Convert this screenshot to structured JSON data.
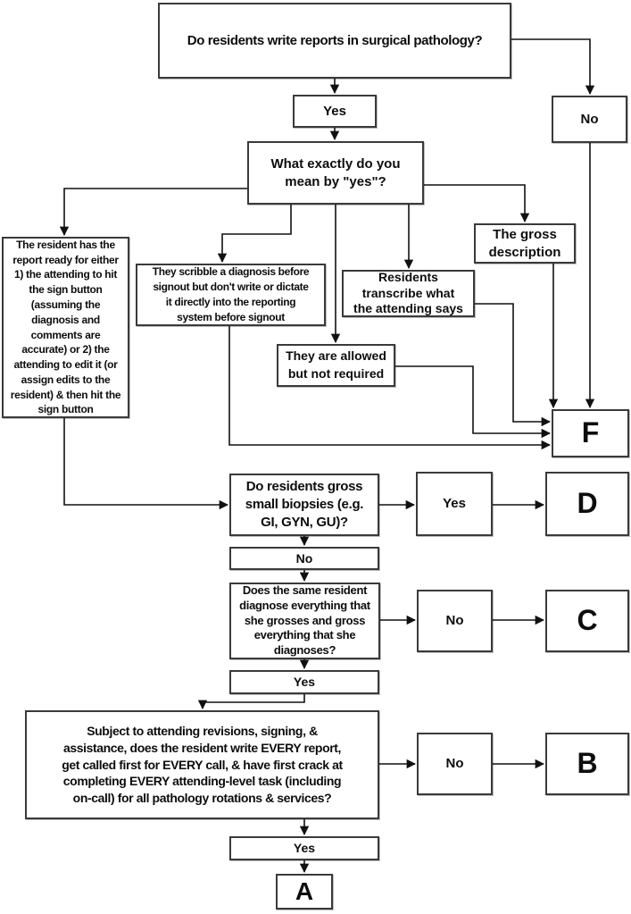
{
  "title": "Surgical pathology resident reporting flowchart",
  "nodes": {
    "q_write_reports": {
      "label": "Do residents write reports in surgical pathology?"
    },
    "yes_top": {
      "label": "Yes"
    },
    "no_top": {
      "label": "No"
    },
    "q_mean_yes": {
      "label": "What exactly do you\nmean by \"yes\"?"
    },
    "resident_report_ready": {
      "label": "The resident has the\nreport ready for either\n1) the attending to hit\nthe sign button\n(assuming the\ndiagnosis and\ncomments are\naccurate) or 2) the\nattending to edit it (or\nassign edits to the\nresident) & then hit the\nsign button"
    },
    "scribble": {
      "label": "They scribble a diagnosis before\nsignout but don't write or dictate\nit directly into the reporting\nsystem before signout"
    },
    "transcribe": {
      "label": "Residents\ntranscribe what\nthe attending says"
    },
    "gross_description": {
      "label": "The gross\ndescription"
    },
    "allowed_not_required": {
      "label": "They are allowed\nbut not required"
    },
    "outcome_f": {
      "label": "F"
    },
    "q_gross_biopsies": {
      "label": "Do residents gross\nsmall biopsies (e.g.\nGI, GYN, GU)?"
    },
    "yes_biopsies": {
      "label": "Yes"
    },
    "outcome_d": {
      "label": "D"
    },
    "no_biopsies": {
      "label": "No"
    },
    "q_same_resident": {
      "label": "Does the same resident\ndiagnose everything that\nshe grosses and gross\neverything that she\ndiagnoses?"
    },
    "no_same": {
      "label": "No"
    },
    "outcome_c": {
      "label": "C"
    },
    "yes_same": {
      "label": "Yes"
    },
    "q_every_task": {
      "label": "Subject to attending revisions, signing, &\nassistance, does the resident write EVERY report,\nget called first for EVERY call, & have first crack at\ncompleting EVERY attending-level task (including\non-call) for all pathology rotations & services?"
    },
    "no_every": {
      "label": "No"
    },
    "outcome_b": {
      "label": "B"
    },
    "yes_every": {
      "label": "Yes"
    },
    "outcome_a": {
      "label": "A"
    }
  },
  "edges": [
    {
      "from": "q_write_reports",
      "to": "yes_top"
    },
    {
      "from": "q_write_reports",
      "to": "no_top"
    },
    {
      "from": "yes_top",
      "to": "q_mean_yes"
    },
    {
      "from": "q_mean_yes",
      "to": "resident_report_ready"
    },
    {
      "from": "q_mean_yes",
      "to": "scribble"
    },
    {
      "from": "q_mean_yes",
      "to": "allowed_not_required"
    },
    {
      "from": "q_mean_yes",
      "to": "transcribe"
    },
    {
      "from": "q_mean_yes",
      "to": "gross_description"
    },
    {
      "from": "no_top",
      "to": "outcome_f"
    },
    {
      "from": "gross_description",
      "to": "outcome_f"
    },
    {
      "from": "transcribe",
      "to": "outcome_f"
    },
    {
      "from": "allowed_not_required",
      "to": "outcome_f"
    },
    {
      "from": "scribble",
      "to": "outcome_f"
    },
    {
      "from": "resident_report_ready",
      "to": "q_gross_biopsies"
    },
    {
      "from": "q_gross_biopsies",
      "to": "yes_biopsies"
    },
    {
      "from": "yes_biopsies",
      "to": "outcome_d"
    },
    {
      "from": "q_gross_biopsies",
      "to": "no_biopsies"
    },
    {
      "from": "no_biopsies",
      "to": "q_same_resident"
    },
    {
      "from": "q_same_resident",
      "to": "no_same"
    },
    {
      "from": "no_same",
      "to": "outcome_c"
    },
    {
      "from": "q_same_resident",
      "to": "yes_same"
    },
    {
      "from": "yes_same",
      "to": "q_every_task"
    },
    {
      "from": "q_every_task",
      "to": "no_every"
    },
    {
      "from": "no_every",
      "to": "outcome_b"
    },
    {
      "from": "q_every_task",
      "to": "yes_every"
    },
    {
      "from": "yes_every",
      "to": "outcome_a"
    }
  ]
}
